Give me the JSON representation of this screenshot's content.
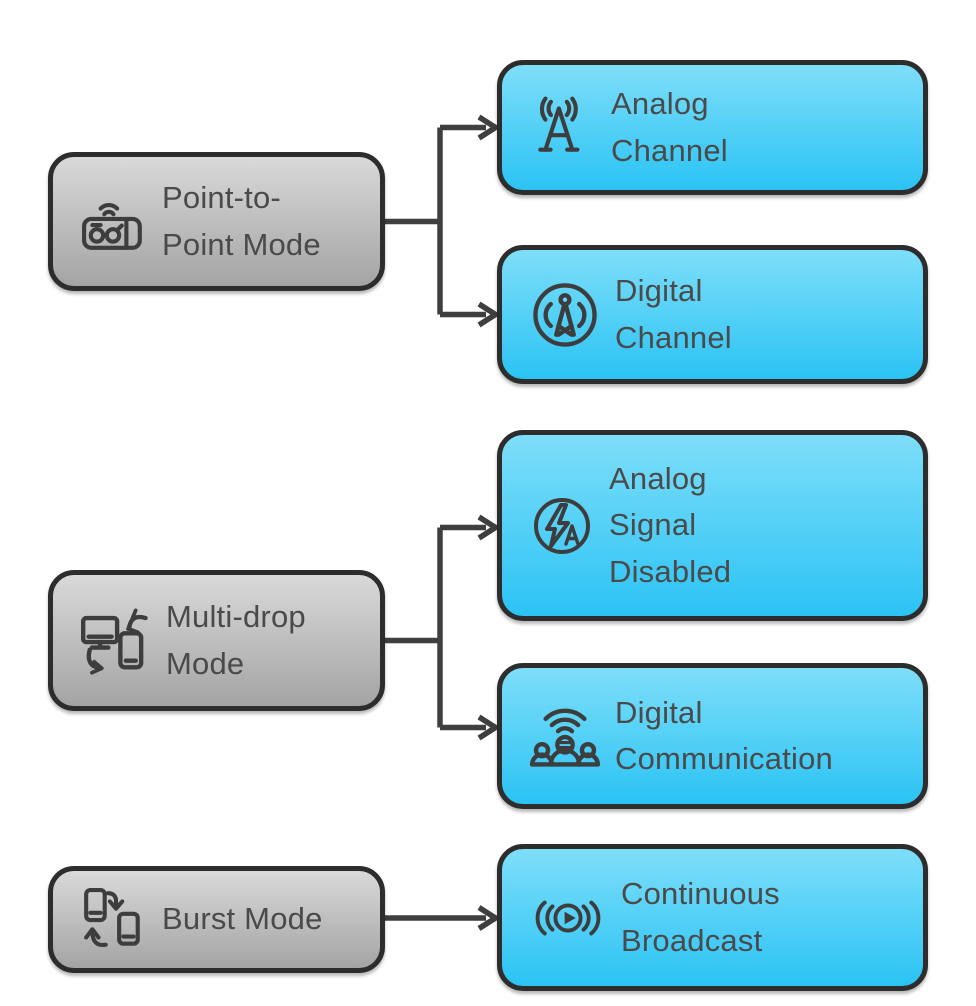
{
  "colors": {
    "node_left_top": "#d9d9d9",
    "node_left_bottom": "#a4a4a4",
    "node_right_top": "#7edef9",
    "node_right_bottom": "#2bc3f4",
    "border": "#2d2d2d",
    "connector": "#3f3f3f",
    "text": "#4a4a4a",
    "icon": "#3d3d3d"
  },
  "nodes": {
    "p2p": {
      "label": "Point-to-Point Mode",
      "icon": "radio-wireless-icon"
    },
    "analog_channel": {
      "label": "Analog Channel",
      "icon": "analog-a-signal-icon"
    },
    "digital_channel": {
      "label": "Digital Channel",
      "icon": "broadcast-tower-icon"
    },
    "multidrop": {
      "label": "Multi-drop Mode",
      "icon": "device-sync-icon"
    },
    "analog_disabled": {
      "label": "Analog Signal Disabled",
      "icon": "analog-flash-circle-icon"
    },
    "digital_comm": {
      "label": "Digital Communication",
      "icon": "group-wireless-icon"
    },
    "burst": {
      "label": "Burst Mode",
      "icon": "phone-transfer-icon"
    },
    "continuous": {
      "label": "Continuous Broadcast",
      "icon": "live-broadcast-icon"
    }
  },
  "edges": [
    {
      "from": "Point-to-Point Mode",
      "to": "Analog Channel"
    },
    {
      "from": "Point-to-Point Mode",
      "to": "Digital Channel"
    },
    {
      "from": "Multi-drop Mode",
      "to": "Analog Signal Disabled"
    },
    {
      "from": "Multi-drop Mode",
      "to": "Digital Communication"
    },
    {
      "from": "Burst Mode",
      "to": "Continuous Broadcast"
    }
  ]
}
